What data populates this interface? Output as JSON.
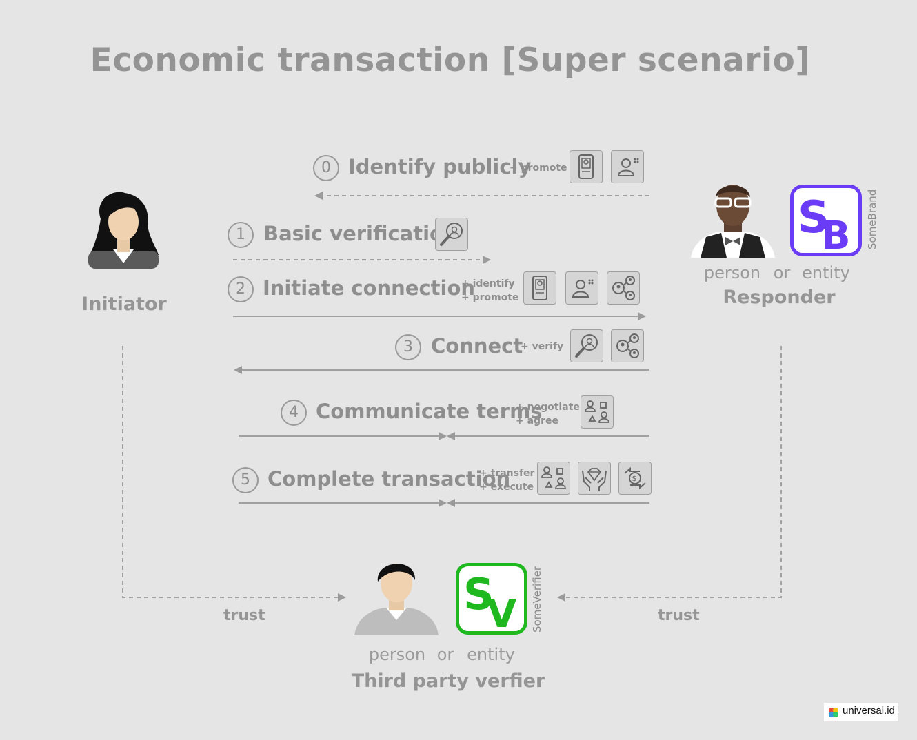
{
  "title": "Economic transaction [Super scenario]",
  "initiator": {
    "label": "Initiator"
  },
  "responder": {
    "person_label": "person",
    "or_label": "or",
    "entity_label": "entity",
    "title": "Responder",
    "brand_letters": "SB",
    "brand_name": "SomeBrand",
    "brand_color": "#6b3cf5"
  },
  "verifier": {
    "person_label": "person",
    "or_label": "or",
    "entity_label": "entity",
    "title": "Third party verfier",
    "brand_letters": "SV",
    "brand_name": "SomeVerifier",
    "brand_color": "#1fb81f"
  },
  "steps": [
    {
      "num": "0",
      "title": "Identify publicly",
      "notes": [
        "+ promote"
      ],
      "icons": [
        "phone-id-icon",
        "person-id-icon"
      ],
      "direction": "left",
      "line": "dashed"
    },
    {
      "num": "1",
      "title": "Basic verification",
      "notes": [],
      "icons": [
        "magnifier-person-icon"
      ],
      "direction": "right",
      "line": "dashed"
    },
    {
      "num": "2",
      "title": "Initiate connection",
      "notes": [
        "+ identify",
        "+ promote"
      ],
      "icons": [
        "phone-id-icon",
        "person-id-icon",
        "network-icon"
      ],
      "direction": "right",
      "line": "solid"
    },
    {
      "num": "3",
      "title": "Connect",
      "notes": [
        "+ verify"
      ],
      "icons": [
        "magnifier-person-icon",
        "network-icon"
      ],
      "direction": "left",
      "line": "solid"
    },
    {
      "num": "4",
      "title": "Communicate terms",
      "notes": [
        "+ negotiate",
        "+ agree"
      ],
      "icons": [
        "terms-icon"
      ],
      "direction": "both",
      "line": "solid"
    },
    {
      "num": "5",
      "title": "Complete transaction",
      "notes": [
        "+ transfer",
        "+ execute"
      ],
      "icons": [
        "terms-icon",
        "hands-diamond-icon",
        "exchange-icon"
      ],
      "direction": "both",
      "line": "solid"
    }
  ],
  "trust_left": "trust",
  "trust_right": "trust",
  "footer_logo": "universal.id"
}
